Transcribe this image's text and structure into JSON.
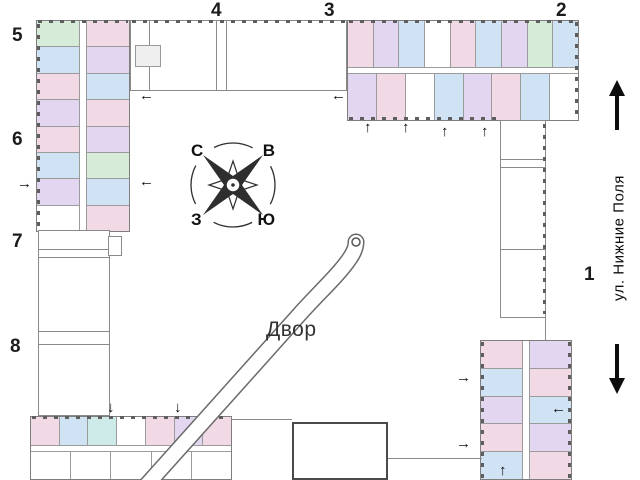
{
  "labels": {
    "courtyard": "Двор",
    "street": "ул. Нижние Поля"
  },
  "compass": {
    "n": "С",
    "e": "В",
    "s": "Ю",
    "w": "З"
  },
  "sections": {
    "s1": "1",
    "s2": "2",
    "s3": "3",
    "s4": "4",
    "s5": "5",
    "s6": "6",
    "s7": "7",
    "s8": "8"
  },
  "arrows": {
    "up": "↑",
    "down": "↓",
    "left": "←",
    "right": "→"
  },
  "palette": {
    "pink": "#f2d9e6",
    "purple": "#e2d6f0",
    "blue": "#cfe3f4",
    "green": "#d7ecd8",
    "teal": "#cdeae8",
    "white": "#ffffff"
  },
  "buildings": {
    "top_left": {
      "left_col": [
        "green",
        "blue",
        "pink",
        "purple",
        "pink",
        "blue",
        "purple",
        "white"
      ],
      "right_col": [
        "pink",
        "purple",
        "blue",
        "pink",
        "purple",
        "green",
        "blue",
        "pink"
      ]
    },
    "top_right": {
      "top_row": [
        "pink",
        "purple",
        "blue",
        "white",
        "pink",
        "blue",
        "purple",
        "green",
        "blue"
      ],
      "bottom_row": [
        "purple",
        "pink",
        "white",
        "blue",
        "purple",
        "pink",
        "blue",
        "white"
      ]
    },
    "bottom_left": {
      "top_row": [
        "pink",
        "blue",
        "teal",
        "white",
        "pink",
        "purple",
        "pink"
      ],
      "bottom_row": [
        "white",
        "white",
        "white",
        "white",
        "white"
      ]
    },
    "bottom_right": {
      "left_col": [
        "pink",
        "blue",
        "purple",
        "pink",
        "blue"
      ],
      "right_col": [
        "purple",
        "pink",
        "blue",
        "purple",
        "pink"
      ]
    }
  }
}
